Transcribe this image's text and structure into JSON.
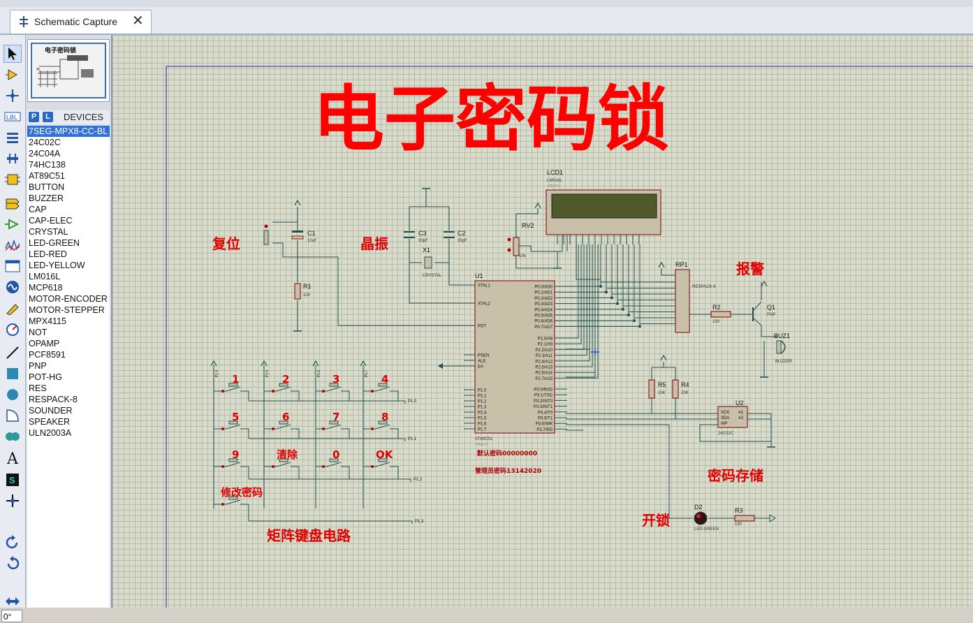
{
  "tab": {
    "label": "Schematic Capture"
  },
  "overview": {
    "title": "电子密码锁"
  },
  "devices": {
    "header": "DEVICES",
    "p_button": "P",
    "l_button": "L",
    "items": [
      "7SEG-MPX8-CC-BL",
      "24C02C",
      "24C04A",
      "74HC138",
      "AT89C51",
      "BUTTON",
      "BUZZER",
      "CAP",
      "CAP-ELEC",
      "CRYSTAL",
      "LED-GREEN",
      "LED-RED",
      "LED-YELLOW",
      "LM016L",
      "MCP618",
      "MOTOR-ENCODER",
      "MOTOR-STEPPER",
      "MPX4115",
      "NOT",
      "OPAMP",
      "PCF8591",
      "PNP",
      "POT-HG",
      "RES",
      "RESPACK-8",
      "SOUNDER",
      "SPEAKER",
      "ULN2003A"
    ],
    "selected": 0
  },
  "rotation": "0°",
  "schematic": {
    "title": "电子密码锁",
    "labels": {
      "reset": "复位",
      "crystal": "晶振",
      "alarm": "报警",
      "keypad": "矩阵键盘电路",
      "storage": "密码存储",
      "unlock": "开锁",
      "default_pw": "默认密码00000000",
      "admin_pw": "管理员密码13142020"
    },
    "keys": [
      "1",
      "2",
      "3",
      "4",
      "5",
      "6",
      "7",
      "8",
      "9",
      "清除",
      "0",
      "OK",
      "修改密码"
    ],
    "components": {
      "lcd": {
        "ref": "LCD1",
        "part": "LM016L"
      },
      "mcu": {
        "ref": "U1",
        "part": "AT89C51"
      },
      "eeprom": {
        "ref": "U2",
        "part": "24C02C"
      },
      "c1": {
        "ref": "C1",
        "value": "10uF"
      },
      "c2": {
        "ref": "C2",
        "value": "30pF"
      },
      "c3": {
        "ref": "C3",
        "value": "30pF"
      },
      "x1": {
        "ref": "X1",
        "part": "CRYSTAL"
      },
      "r1": {
        "ref": "R1",
        "value": "100"
      },
      "r2": {
        "ref": "R2",
        "value": "100"
      },
      "r3": {
        "ref": "R3",
        "value": "100"
      },
      "r4": {
        "ref": "R4",
        "value": "10K"
      },
      "r5": {
        "ref": "R5",
        "value": "10K"
      },
      "rv2": {
        "ref": "RV2",
        "value": "10k"
      },
      "rp1": {
        "ref": "RP1",
        "part": "RESPACK-8"
      },
      "q1": {
        "ref": "Q1",
        "part": "PNP"
      },
      "buz1": {
        "ref": "BUZ1",
        "part": "BUZZER"
      },
      "d2": {
        "ref": "D2",
        "part": "LED-GREEN"
      }
    },
    "placeholder": "<TEXT>",
    "mcu_pins_left": [
      "XTAL1",
      "XTAL2",
      "RST",
      "PSEN",
      "ALE",
      "EA",
      "P1.0",
      "P1.1",
      "P1.2",
      "P1.3",
      "P1.4",
      "P1.5",
      "P1.6",
      "P1.7"
    ],
    "mcu_pins_right": [
      "P0.0/AD0",
      "P0.1/AD1",
      "P0.2/AD2",
      "P0.3/AD3",
      "P0.4/AD4",
      "P0.5/AD5",
      "P0.6/AD6",
      "P0.7/AD7",
      "P2.0/A8",
      "P2.1/A9",
      "P2.2/A10",
      "P2.3/A11",
      "P2.4/A12",
      "P2.5/A13",
      "P2.6/A14",
      "P2.7/A15",
      "P3.0/RXD",
      "P3.1/TXD",
      "P3.2/INT0",
      "P3.3/INT1",
      "P3.4/T0",
      "P3.5/T1",
      "P3.6/WR",
      "P3.7/RD"
    ],
    "row_nets": [
      "P1.0",
      "P1.1",
      "P1.2",
      "P1.3"
    ],
    "col_nets": [
      "P1.4",
      "P1.5",
      "P1.6",
      "P1.7"
    ],
    "eeprom_pins": [
      "SCK",
      "SDA",
      "WP",
      "A1",
      "A2"
    ]
  },
  "colors": {
    "title_red": "#ff0000",
    "label_red": "#e00000",
    "wire": "#1f5050",
    "body": "#c8c0a8",
    "lcd_screen": "#4e5a2a"
  }
}
